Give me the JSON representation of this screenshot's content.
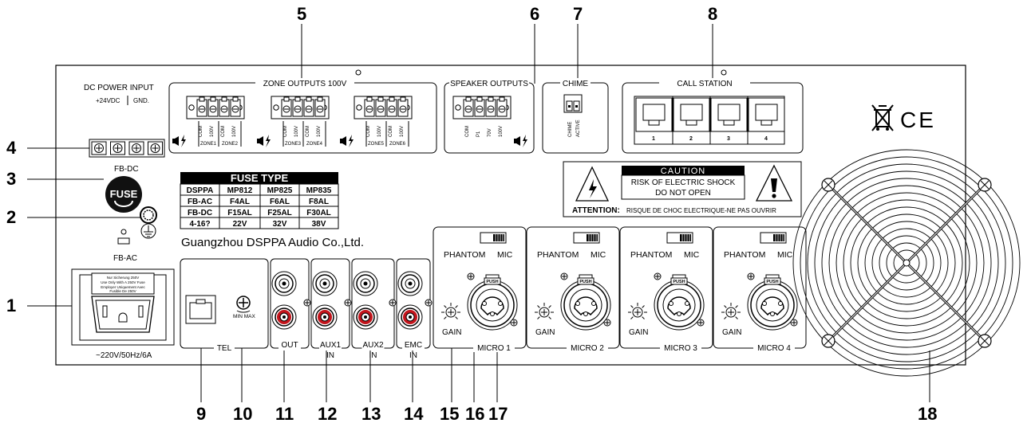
{
  "callouts": {
    "c1": "1",
    "c2": "2",
    "c3": "3",
    "c4": "4",
    "c5": "5",
    "c6": "6",
    "c7": "7",
    "c8": "8",
    "c9": "9",
    "c10": "10",
    "c11": "11",
    "c12": "12",
    "c13": "13",
    "c14": "14",
    "c15": "15",
    "c16": "16",
    "c17": "17",
    "c18": "18"
  },
  "power": {
    "dc_input": "DC POWER INPUT",
    "vdc": "+24VDC",
    "gnd": "GND.",
    "fb_dc": "FB-DC",
    "fuse": "FUSE",
    "fb_ac": "FB-AC",
    "ac_rating": "~220V/50Hz/6A",
    "warn_lines": [
      "Nur Sicherung 250V",
      "Use Only With A 250V Fuse",
      "Employer Uniquement Avec",
      "Fusible De 250V"
    ]
  },
  "zones": {
    "title": "ZONE OUTPUTS 100V",
    "pin_com": "COM",
    "pin_100v": "100V",
    "zone_names": [
      "ZONE1",
      "ZONE2",
      "ZONE3",
      "ZONE4",
      "ZONE5",
      "ZONE6"
    ]
  },
  "speaker": {
    "title": "SPEAKER OUTPUTS",
    "pins": [
      "COM",
      "P1",
      "70V",
      "100V"
    ]
  },
  "chime": {
    "title": "CHIME",
    "pins": [
      "CHIME",
      "ACTIVE"
    ]
  },
  "call_station": {
    "title": "CALL STATION",
    "ports": [
      "1",
      "2",
      "3",
      "4"
    ]
  },
  "caution": {
    "title": "CAUTION",
    "line1": "RISK OF ELECTRIC SHOCK",
    "line2": "DO NOT OPEN",
    "attention": "ATTENTION:",
    "attention_text": "RISQUE DE CHOC ELECTRIQUE-NE PAS OUVRIR"
  },
  "fuse_table": {
    "title": "FUSE TYPE",
    "rows": [
      [
        "DSPPA",
        "MP812",
        "MP825",
        "MP835"
      ],
      [
        "FB-AC",
        "F4AL",
        "F6AL",
        "F8AL"
      ],
      [
        "FB-DC",
        "F15AL",
        "F25AL",
        "F30AL"
      ],
      [
        "4-16?",
        "22V",
        "32V",
        "38V"
      ]
    ]
  },
  "company": "Guangzhou DSPPA Audio Co.,Ltd.",
  "inputs": {
    "tel": "TEL",
    "min_max": "MIN MAX",
    "out": "OUT",
    "aux1_line1": "AUX1",
    "aux1_line2": "IN",
    "aux2_line1": "AUX2",
    "aux2_line2": "IN",
    "emc_line1": "EMC",
    "emc_line2": "IN"
  },
  "micros": {
    "phantom": "PHANTOM",
    "mic": "MIC",
    "gain": "GAIN",
    "push": "PUSH",
    "names": [
      "MICRO 1",
      "MICRO 2",
      "MICRO 3",
      "MICRO 4"
    ]
  },
  "marks": {
    "ce": "CE",
    "weee": "WEEE"
  }
}
